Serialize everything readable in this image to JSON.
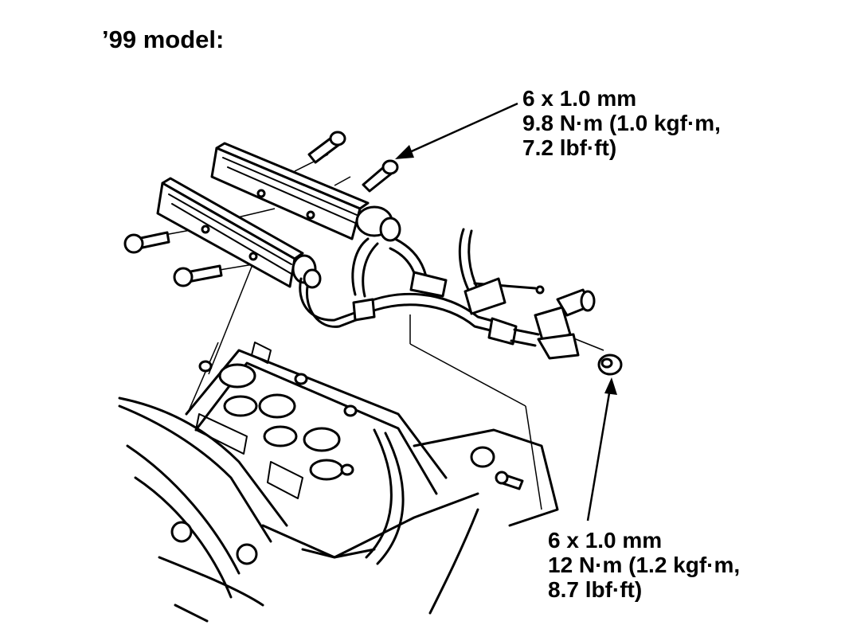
{
  "diagram": {
    "title": "’99 model:",
    "callouts": [
      {
        "lines": [
          "6 x 1.0 mm",
          "9.8 N·m (1.0 kgf·m,",
          "7.2 lbf·ft)"
        ]
      },
      {
        "lines": [
          "6 x 1.0 mm",
          "12 N·m (1.2 kgf·m,",
          "8.7 lbf·ft)"
        ]
      }
    ]
  }
}
